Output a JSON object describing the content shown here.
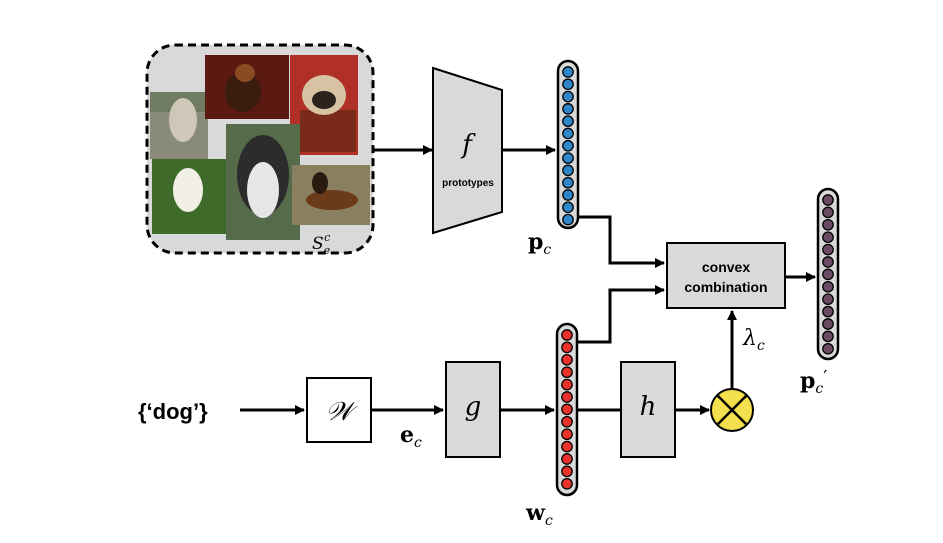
{
  "support_set": {
    "label_base": "S",
    "label_sub": "e",
    "label_sup": "c",
    "photos": [
      "dachshund-photo",
      "pug-photo",
      "dog-photo",
      "husky-photo",
      "white-dog-photo",
      "shepherd-photo"
    ]
  },
  "prototype_net": {
    "symbol": "f",
    "caption": "prototypes"
  },
  "proto_vector": {
    "symbol": "p",
    "sub": "c"
  },
  "combine_box": {
    "line1": "convex",
    "line2": "combination"
  },
  "lambda_label": {
    "symbol": "λ",
    "sub": "c"
  },
  "output_vector": {
    "symbol": "p",
    "sub": "c",
    "prime": "′"
  },
  "input_word": {
    "text": "{‘dog’}"
  },
  "embedding_box": {
    "symbol": "𝒲"
  },
  "embed_label": {
    "symbol": "e",
    "sub": "c"
  },
  "g_box": {
    "symbol": "g"
  },
  "word_vector": {
    "symbol": "w",
    "sub": "c"
  },
  "h_box": {
    "symbol": "h"
  },
  "colors": {
    "proto_dot": "#2f86c8",
    "word_dot": "#e8322b",
    "output_dot": "#6b4a63",
    "box_fill": "#d9d9d9",
    "multiply_fill": "#f4e04d"
  }
}
